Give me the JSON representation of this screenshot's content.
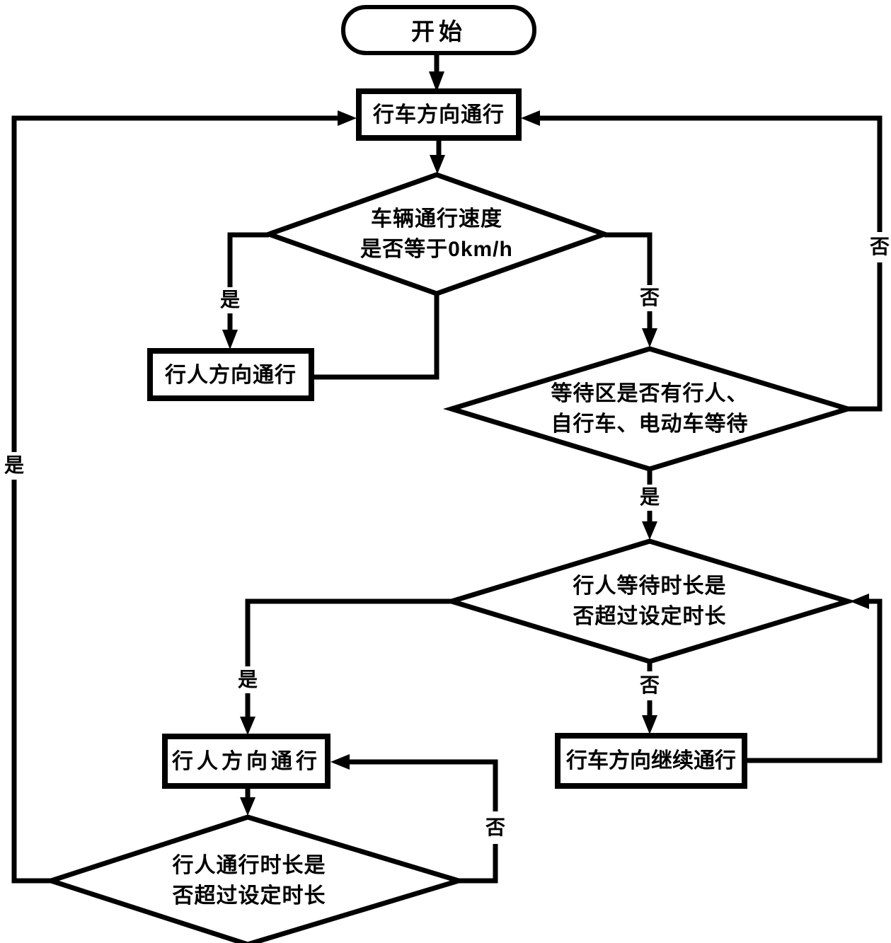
{
  "diagram": {
    "background_color": "#ffffff",
    "line_color": "#000000"
  },
  "nodes": {
    "start": {
      "label": "开始"
    },
    "drive_pass": {
      "label": "行车方向通行"
    },
    "speed_check": {
      "label_line1": "车辆通行速度",
      "label_line2": "是否等于0km/h"
    },
    "ped_pass_top": {
      "label": "行人方向通行"
    },
    "wait_area_check": {
      "label_line1": "等待区是否有行人、",
      "label_line2": "自行车、电动车等待"
    },
    "wait_time_check": {
      "label_line1": "行人等待时长是",
      "label_line2": "否超过设定时长"
    },
    "ped_pass_bottom": {
      "label": "行人方向通行"
    },
    "drive_continue": {
      "label": "行车方向继续通行"
    },
    "pass_time_check": {
      "label_line1": "行人通行时长是",
      "label_line2": "否超过设定时长"
    }
  },
  "edge_labels": {
    "speed_yes": "是",
    "speed_no": "否",
    "wait_area_yes": "是",
    "wait_area_no": "否",
    "wait_time_yes": "是",
    "wait_time_no": "否",
    "pass_time_yes": "是",
    "pass_time_no": "否"
  }
}
